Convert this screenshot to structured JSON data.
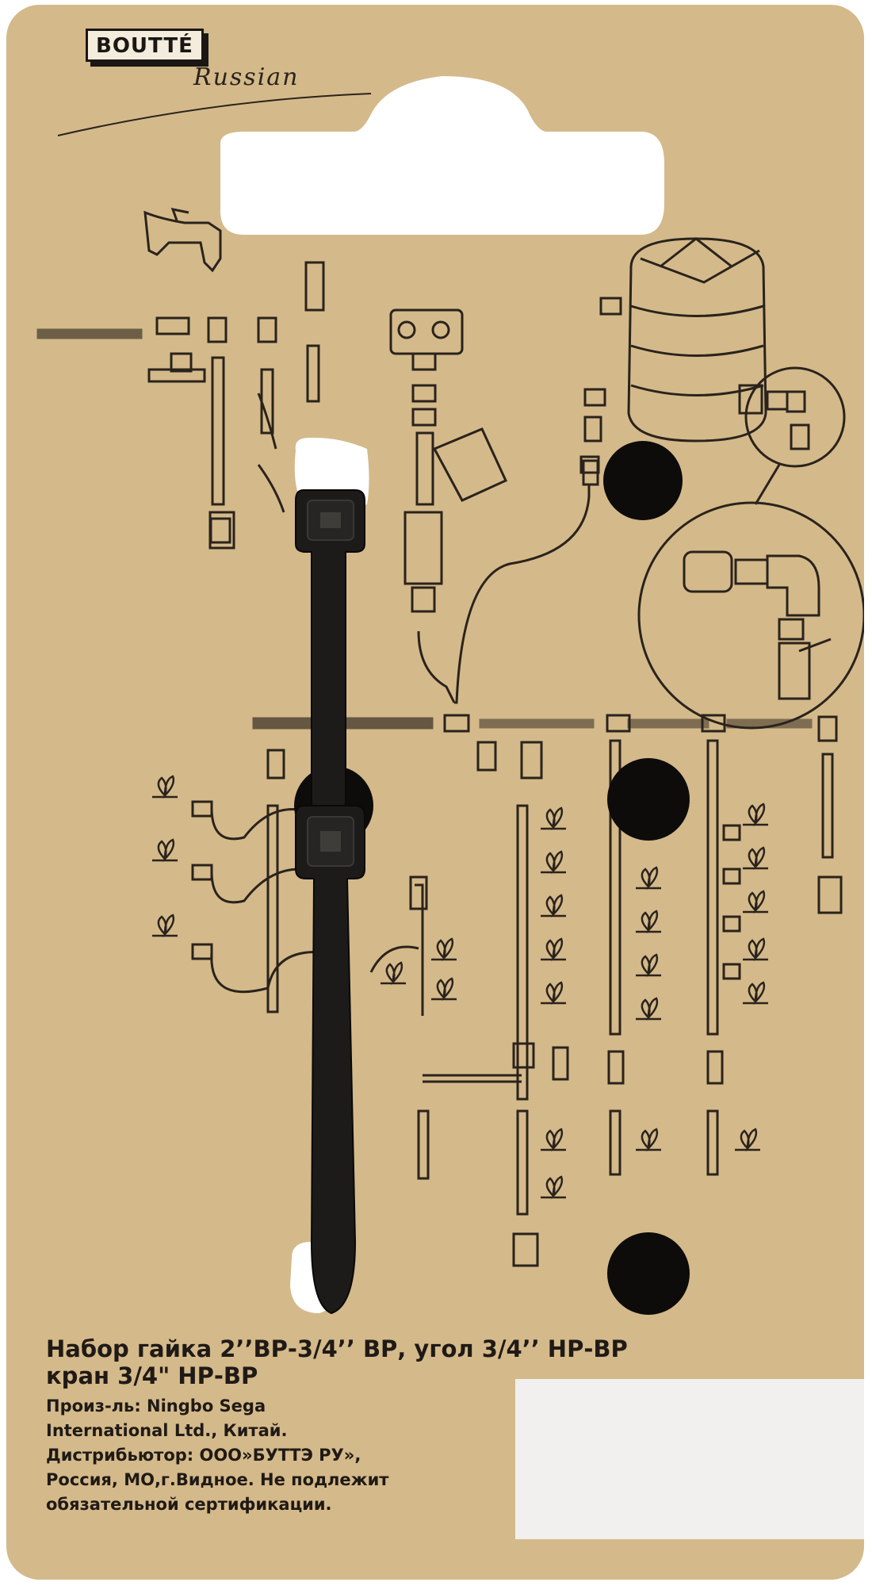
{
  "brand": {
    "name": "BOUTTÉ",
    "script": "Russian"
  },
  "product": {
    "title_line1": "Набор гайка 2’’ВР-3/4’’ ВР, угол 3/4’’ НР-ВР",
    "title_line2": "кран 3/4\" НР-ВР",
    "info_lines": [
      "Произ-ль: Ningbo Sega",
      "International Ltd., Китай.",
      "Дистрибьютор: ООО»БУТТЭ РУ»,",
      "Россия, МО,г.Видное. Не подлежит",
      "обязательной сертификации."
    ]
  },
  "colors": {
    "card": "#d4b98a",
    "line_art": "#2a231c",
    "cable_tie": "#1c1b1a",
    "hole": "#0d0c0b",
    "label": "#f1f0ee"
  }
}
